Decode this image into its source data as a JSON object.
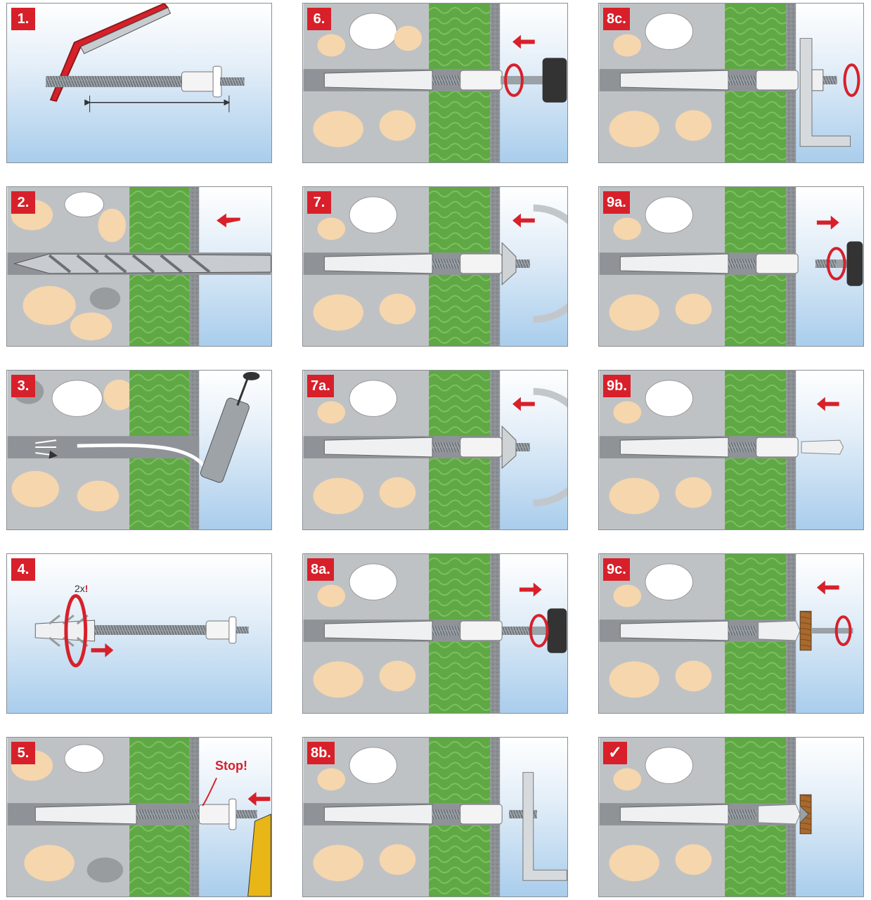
{
  "colors": {
    "accent_red": "#d7202a",
    "insulation_green": "#5fa845",
    "masonry_grey": "#bfc2c5",
    "sky_blue": "#a9cdec",
    "stone_tan": "#f6d6ad"
  },
  "panels": [
    {
      "id": "p1",
      "label": "1."
    },
    {
      "id": "p2",
      "label": "2."
    },
    {
      "id": "p3",
      "label": "3."
    },
    {
      "id": "p4",
      "label": "4.",
      "note": "2x",
      "note_mark": "!"
    },
    {
      "id": "p5",
      "label": "5.",
      "note": "Stop!"
    },
    {
      "id": "p6",
      "label": "6."
    },
    {
      "id": "p7",
      "label": "7."
    },
    {
      "id": "p7a",
      "label": "7a."
    },
    {
      "id": "p8a",
      "label": "8a."
    },
    {
      "id": "p8b",
      "label": "8b."
    },
    {
      "id": "p8c",
      "label": "8c."
    },
    {
      "id": "p9a",
      "label": "9a."
    },
    {
      "id": "p9b",
      "label": "9b."
    },
    {
      "id": "p9c",
      "label": "9c."
    },
    {
      "id": "pok",
      "icon": "check-icon",
      "icon_glyph": "✓"
    }
  ]
}
